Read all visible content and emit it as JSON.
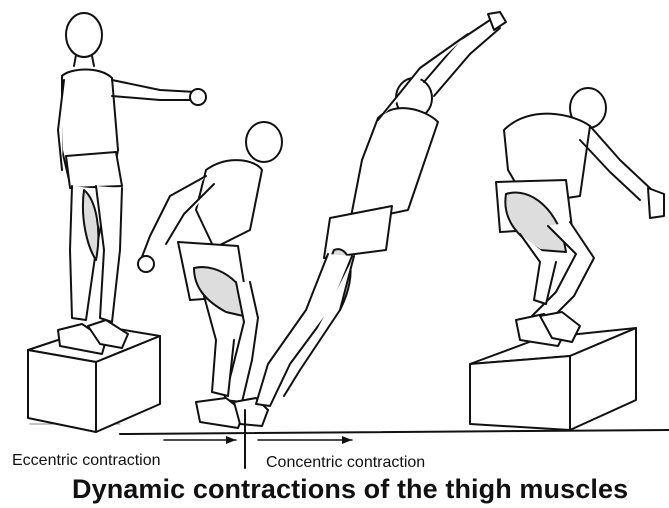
{
  "labels": {
    "eccentric": "Eccentric contraction",
    "concentric": "Concentric contraction"
  },
  "title": "Dynamic contractions of the thigh muscles",
  "colors": {
    "ink": "#111111",
    "paper": "#ffffff",
    "shade": "#dddddd"
  }
}
